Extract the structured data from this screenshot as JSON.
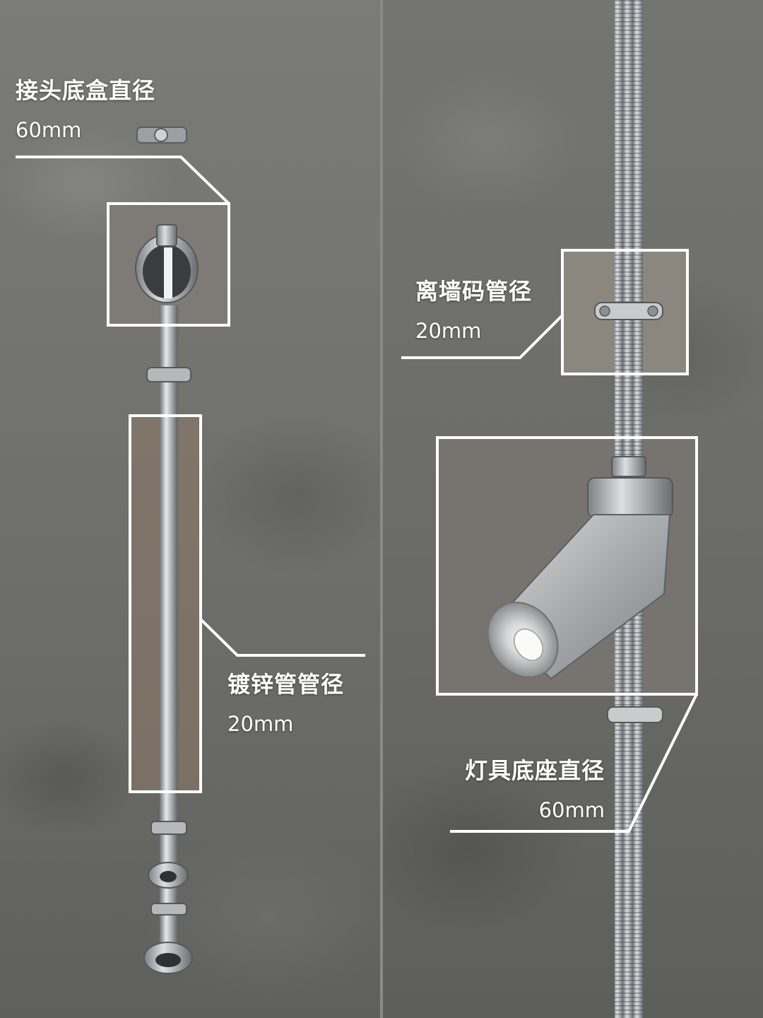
{
  "annotations": {
    "junction_box": {
      "name": "接头底盒直径",
      "size": "60mm"
    },
    "galvanized_pipe": {
      "name": "镀锌管管径",
      "size": "20mm"
    },
    "standoff_clip": {
      "name": "离墙码管径",
      "size": "20mm"
    },
    "lamp_base": {
      "name": "灯具底座直径",
      "size": "60mm"
    }
  }
}
